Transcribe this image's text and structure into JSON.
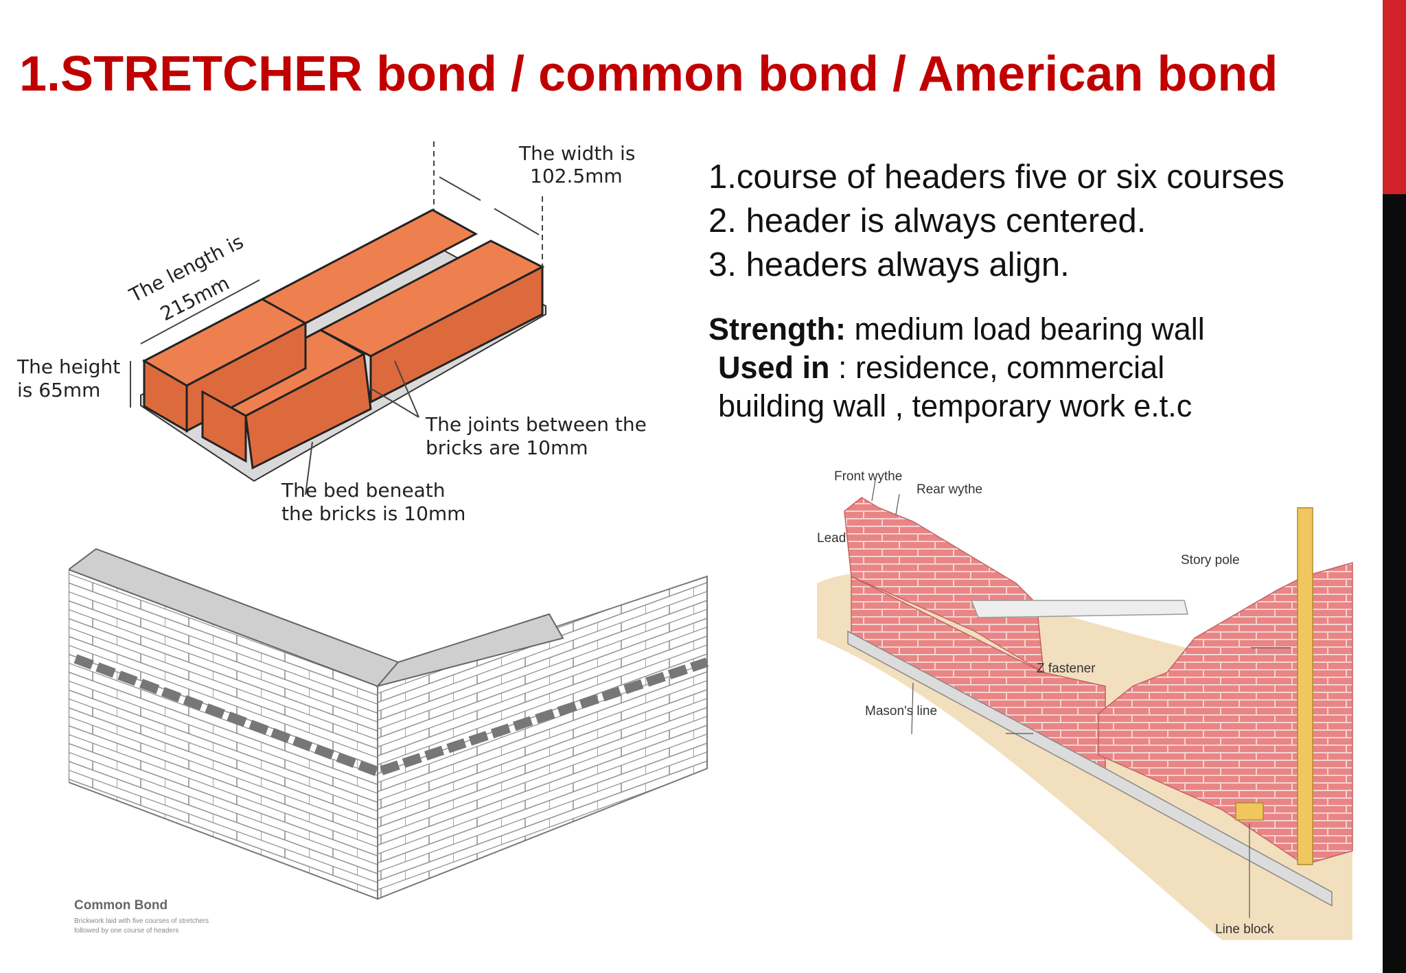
{
  "slide": {
    "title": "1.STRETCHER bond / common bond / American bond",
    "accent_colors": {
      "red": "#d1222a",
      "black": "#0b0b0b",
      "title": "#c00000"
    }
  },
  "points": [
    "1.course of headers five or six courses",
    "2. header is always centered.",
    "3. headers always align."
  ],
  "details": {
    "strength_label": "Strength:",
    "strength_value": " medium load bearing wall",
    "used_in_label": "Used in",
    "used_in_value": " : residence, commercial",
    "used_in_value_line2": "building wall , temporary work   e.t.c"
  },
  "brick_diagram": {
    "width_label": [
      "The width is",
      "102.5mm"
    ],
    "length_label": [
      "The length is",
      "215mm"
    ],
    "height_label": [
      "The height",
      "is 65mm"
    ],
    "joints_label": [
      "The joints between the",
      "bricks are 10mm"
    ],
    "bed_label": [
      "The bed beneath",
      "the bricks is 10mm"
    ],
    "brick_color": "#ee8050"
  },
  "common_bond_sketch": {
    "caption": "Common Bond",
    "caption_sub": [
      "Brickwork laid with five courses of stretchers",
      "followed by one course of headers"
    ]
  },
  "wall_illustration": {
    "labels": {
      "front_wythe": "Front wythe",
      "rear_wythe": "Rear wythe",
      "lead": "Lead",
      "story_pole": "Story pole",
      "z_fastener": "Z fastener",
      "masons_line": "Mason's line",
      "line_block": "Line block"
    },
    "brick_color": "#e98585"
  }
}
